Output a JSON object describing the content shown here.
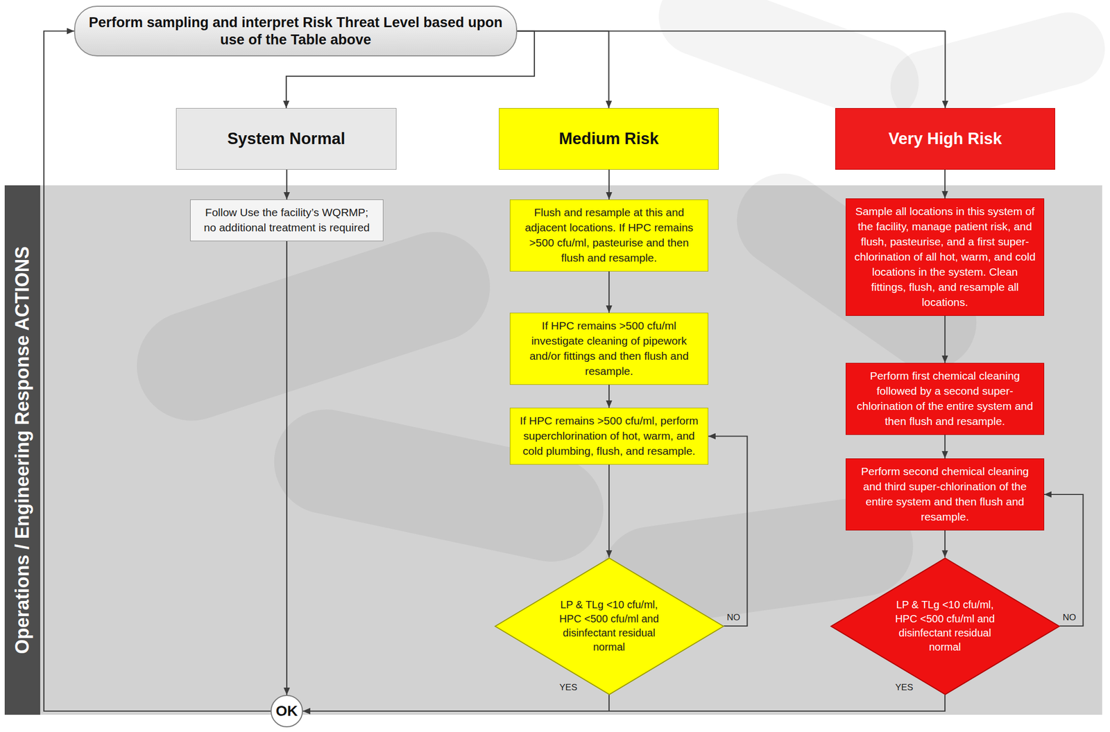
{
  "diagram": {
    "nodes": [
      {
        "text": [
          "Perform sampling and interpret Risk Threat Level based upon use of the Table above"
        ]
      },
      {
        "text": [
          "System Normal"
        ]
      },
      {
        "text": [
          "Medium Risk"
        ]
      },
      {
        "text": [
          "Very High Risk"
        ]
      },
      {
        "text": [
          "Operations / Engineering Response ACTIONS"
        ]
      },
      {
        "text": [
          "Follow Use the facility’s WQRMP; no additional treatment is required"
        ],
        "in": 4
      },
      {
        "text": [
          "Flush and resample at this and adjacent locations. If HPC remains >500 cfu/ml, pasteurise and then flush and resample."
        ],
        "in": 4
      },
      {
        "text": [
          "If HPC remains >500 cfu/ml investigate cleaning of pipework and/or fittings and then flush and resample."
        ],
        "in": 4
      },
      {
        "text": [
          "If HPC remains >500 cfu/ml, perform superchlorination of hot, warm, and cold plumbing, flush, and resample."
        ],
        "in": 4
      },
      {
        "text": [
          "LP & TLg <10 cfu/ml, HPC <500 cfu/ml and disinfectant residual normal"
        ],
        "in": 4
      },
      {
        "text": [
          "Sample all locations in this system of the facility, manage patient risk, and flush, pasteurise, and a first super-chlorination of all hot, warm, and cold locations in the system. Clean fittings, flush, and resample all locations."
        ],
        "in": 4
      },
      {
        "text": [
          "Perform first chemical cleaning followed by a second super-chlorination of the entire system and then flush and resample."
        ],
        "in": 4
      },
      {
        "text": [
          "Perform second chemical cleaning and third super-chlorination of the entire system and then flush and resample."
        ],
        "in": 4
      },
      {
        "text": [
          "LP & TLg <10 cfu/ml, HPC <500 cfu/ml and disinfectant residual normal"
        ],
        "in": 4
      },
      {
        "text": [
          "OK"
        ]
      }
    ],
    "edges": [
      {
        "from": 0,
        "to": 1,
        "arrow": "to"
      },
      {
        "from": 0,
        "to": 2,
        "arrow": "to"
      },
      {
        "from": 0,
        "to": 3,
        "arrow": "to"
      },
      {
        "from": 1,
        "to": 5,
        "arrow": "to"
      },
      {
        "from": 5,
        "to": 14,
        "arrow": "to"
      },
      {
        "from": 2,
        "to": 6,
        "arrow": "to"
      },
      {
        "from": 6,
        "to": 7,
        "arrow": "to"
      },
      {
        "from": 7,
        "to": 8,
        "arrow": "to"
      },
      {
        "from": 8,
        "to": 9,
        "arrow": "to"
      },
      {
        "from": 9,
        "to": 8,
        "label": "NO",
        "arrow": "to"
      },
      {
        "from": 9,
        "to": 14,
        "label": "YES",
        "arrow": "to"
      },
      {
        "from": 3,
        "to": 10,
        "arrow": "to"
      },
      {
        "from": 10,
        "to": 11,
        "arrow": "to"
      },
      {
        "from": 11,
        "to": 12,
        "arrow": "to"
      },
      {
        "from": 12,
        "to": 13,
        "arrow": "to"
      },
      {
        "from": 13,
        "to": 12,
        "label": "NO",
        "arrow": "to"
      },
      {
        "from": 13,
        "to": 14,
        "label": "YES",
        "arrow": "to"
      },
      {
        "from": 14,
        "to": 0,
        "arrow": "to"
      }
    ]
  }
}
